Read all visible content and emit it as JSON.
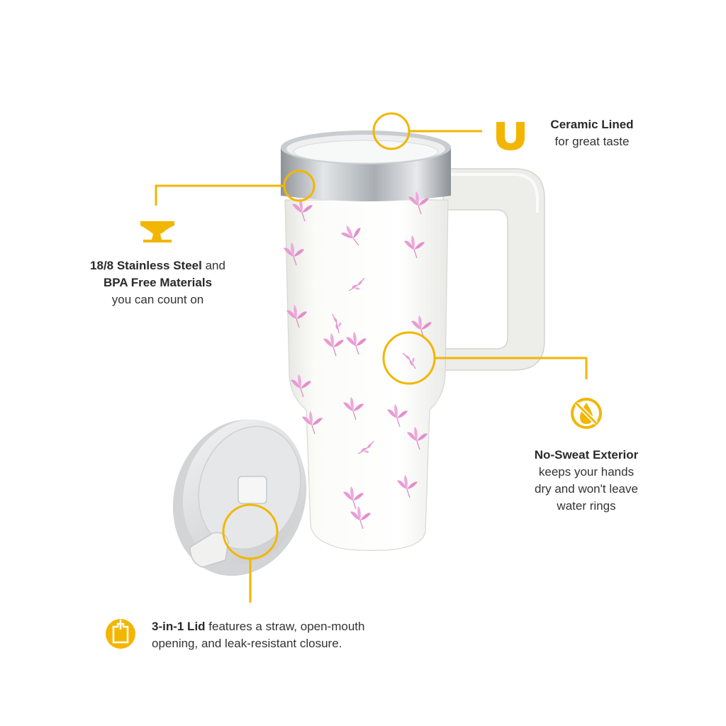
{
  "colors": {
    "accent": "#F2B600",
    "text": "#333333",
    "tumbler_body": "#FAFAF7",
    "flower_pink": "#E89BD3",
    "steel": "#B9BDC1",
    "lid_grey": "#DADBDD"
  },
  "features": {
    "ceramic": {
      "icon": "u-shape-icon",
      "title": "Ceramic Lined",
      "line1": "for great taste"
    },
    "steel": {
      "icon": "anvil-icon",
      "title": "18/8 Stainless Steel",
      "title_suffix": " and",
      "title2": "BPA Free Materials",
      "line1": "you can count on"
    },
    "sweat": {
      "icon": "no-drop-icon",
      "title": "No-Sweat Exterior",
      "line1": "keeps your hands",
      "line2": "dry and won't leave",
      "line3": "water rings"
    },
    "lid": {
      "icon": "lid-icon",
      "title": "3-in-1 Lid",
      "line1_suffix": " features a straw, open-mouth",
      "line2": "opening, and leak-resistant closure."
    }
  }
}
